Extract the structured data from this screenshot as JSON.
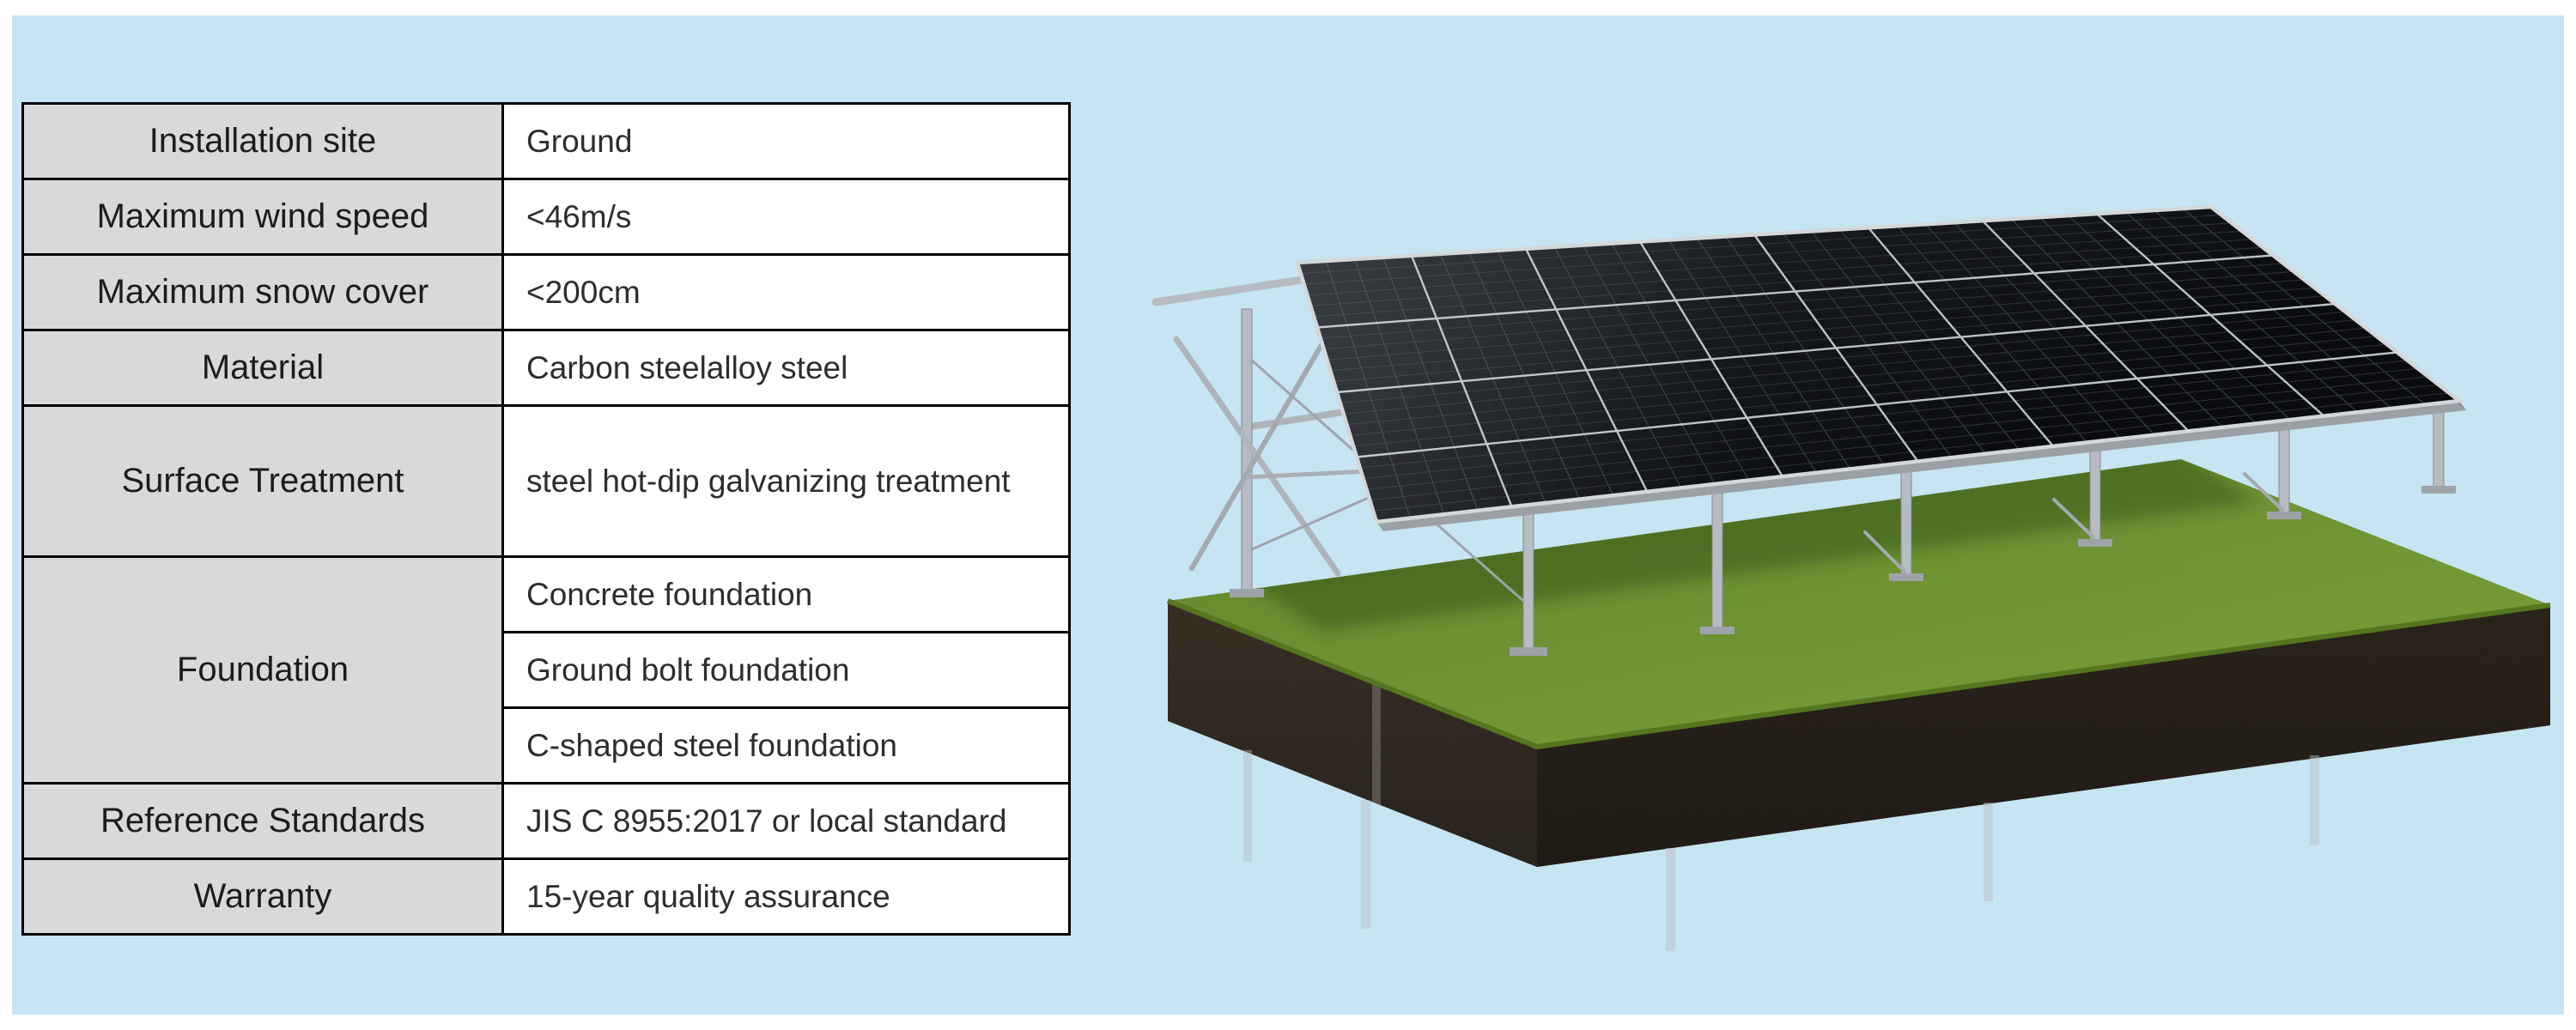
{
  "page": {
    "background_color": "#c7e4f2",
    "frame_color": "#ffffff"
  },
  "spec_table": {
    "colors": {
      "label_bg": "#d9d9d9",
      "value_bg": "#ffffff",
      "border": "#000000"
    },
    "rows": [
      {
        "label": "Installation site",
        "values": [
          "Ground"
        ]
      },
      {
        "label": "Maximum wind speed",
        "values": [
          "<46m/s"
        ]
      },
      {
        "label": "Maximum snow cover",
        "values": [
          "<200cm"
        ]
      },
      {
        "label": "Material",
        "values": [
          "Carbon steelalloy steel"
        ]
      },
      {
        "label": "Surface Treatment",
        "values": [
          "steel hot-dip galvanizing treatment"
        ]
      },
      {
        "label": "Foundation",
        "values": [
          "Concrete foundation",
          "Ground bolt foundation",
          "C-shaped steel foundation"
        ]
      },
      {
        "label": "Reference Standards",
        "values": [
          "JIS C 8955:2017 or local standard"
        ]
      },
      {
        "label": "Warranty",
        "values": [
          "15-year quality assurance"
        ]
      }
    ]
  },
  "illustration": {
    "description": "ground-mounted solar panel array on grass and soil block",
    "panel_grid": {
      "cols": 8,
      "rows": 4
    },
    "colors": {
      "panel": "#0b0d11",
      "grid_line": "#bcc2c9",
      "grass": "#85b23f",
      "soil": "#382817",
      "frame_metal": "#b6bcc2"
    }
  }
}
